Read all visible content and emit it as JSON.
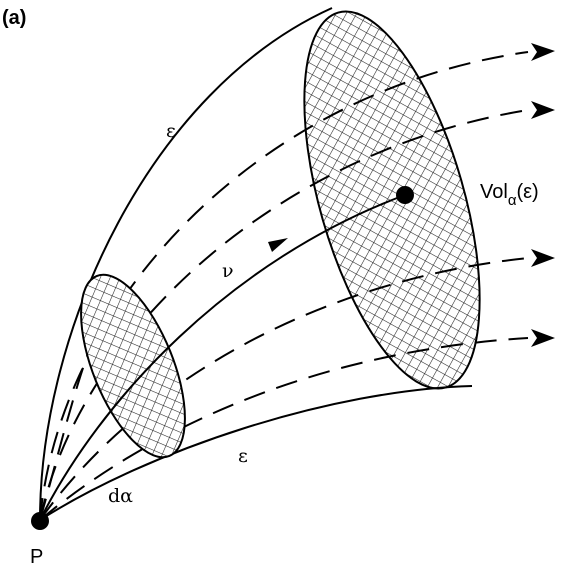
{
  "panel_label": "(a)",
  "labels": {
    "eps_top": "ε",
    "eps_bottom": "ε",
    "nu": "ν",
    "d_alpha": "dα",
    "point": "P",
    "vol_main": "Vol",
    "vol_sub": "α",
    "vol_arg": "(ε)"
  },
  "colors": {
    "stroke": "#000000",
    "hatch_fill": "#8a8a8a",
    "background": "#ffffff"
  }
}
